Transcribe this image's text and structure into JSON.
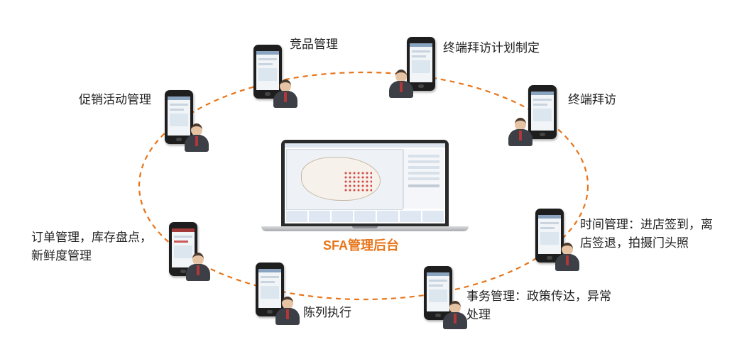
{
  "center_label": "SFA管理后台",
  "nodes": [
    {
      "label": "竞品管理"
    },
    {
      "label": "终端拜访计划制定"
    },
    {
      "label": "终端拜访"
    },
    {
      "label_line1": "时间管理：进店签到，离",
      "label_line2": "店签退，拍摄门头照"
    },
    {
      "label_line1": "事务管理：政策传达，异常",
      "label_line2": "处理"
    },
    {
      "label": "陈列执行"
    },
    {
      "label_line1": "订单管理，库存盘点，",
      "label_line2": "新鲜度管理"
    },
    {
      "label": "促销活动管理"
    }
  ],
  "colors": {
    "ring": "#e8751a",
    "center_label": "#e8751a"
  },
  "icons": {
    "device": "smartphone-icon",
    "user": "business-person-icon",
    "server": "laptop-icon"
  }
}
